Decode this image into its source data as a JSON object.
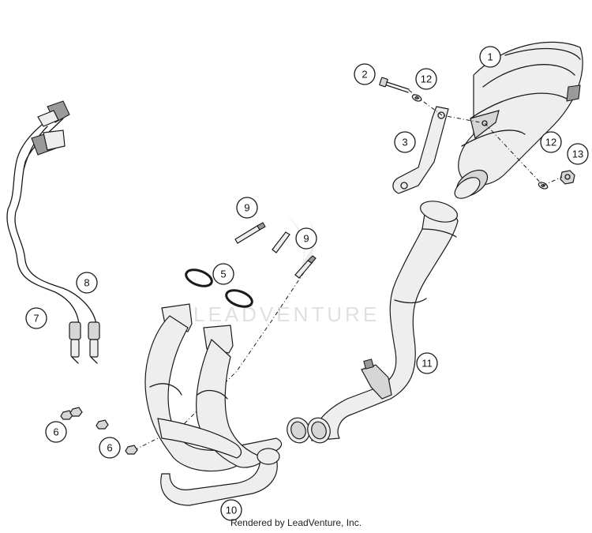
{
  "callouts": [
    "1",
    "2",
    "3",
    "5",
    "6",
    "6",
    "7",
    "8",
    "9",
    "9",
    "10",
    "11",
    "12",
    "12",
    "13"
  ],
  "watermark": "LEADVENTURE",
  "footer": "Rendered by LeadVenture, Inc."
}
